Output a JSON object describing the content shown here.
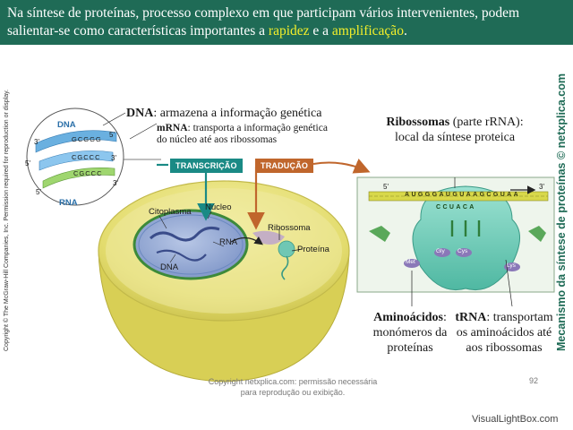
{
  "header": {
    "line1": "Na síntese de proteínas, processo complexo em que participam vários intervenientes, podem",
    "line2_prefix": "salientar-se como características importantes a ",
    "highlight1": "rapidez",
    "connector": " e a ",
    "highlight2": "amplificação",
    "end": "."
  },
  "labels": {
    "dna_term": "DNA",
    "dna_desc": ": armazena  a informação genética",
    "mrna_term": "mRNA",
    "mrna_desc": ": transporta a informação genética do núcleo até aos ribossomas",
    "ribo_term": "Ribossomas",
    "ribo_desc1": " (parte rRNA):",
    "ribo_desc2": "local da síntese proteica",
    "amino_term": "Aminoácidos",
    "amino_desc": ": monómeros da proteínas",
    "trna_term": "tRNA",
    "trna_desc": ": transportam os aminoácidos até aos ribossomas"
  },
  "tags": {
    "transcricao": "TRANSCRIÇÃO",
    "traducao": "TRADUÇÃO"
  },
  "cell_labels": {
    "citoplasma": "Citoplasma",
    "nucleo": "Núcleo",
    "rna": "RNA",
    "dna": "DNA",
    "ribossoma": "Ribossoma",
    "proteina": "Proteína"
  },
  "inset": {
    "dna": "DNA",
    "rna": "RNA",
    "p3a": "3'",
    "p5a": "5'",
    "p3b": "3'",
    "p5b": "5'",
    "p3c": "3'",
    "p5c": "5'",
    "top_seq": "GCGGG",
    "mid_seq": "CGCCC",
    "rna_seq": "CGCCC"
  },
  "ribosome": {
    "p5": "5'",
    "p3": "3'",
    "codons": "AUGGGAUGUAAGCGUAA",
    "anticodons": "CCUACA",
    "aa1": "Met",
    "aa2": "Gly",
    "aa3": "Cys",
    "aa4": "Lys"
  },
  "side": {
    "copyright": "Copyright © The McGraw-Hill Companies, Inc. Permission required for reproduction or display.",
    "mechanism": "Mecanismo da síntese de proteínas © netxplica.com"
  },
  "footer": {
    "note": "Copyright netxplica.com: permissão necessária para reprodução ou exibição.",
    "page": "92",
    "watermark": "VisualLightBox.com"
  },
  "colors": {
    "header_bg": "#1f6b56",
    "highlight": "#f3ef2a",
    "transcription": "#1a8a85",
    "translation": "#c0662c",
    "cell_yellow": "#e8e27a",
    "nucleus_green": "#3d8a3a"
  }
}
